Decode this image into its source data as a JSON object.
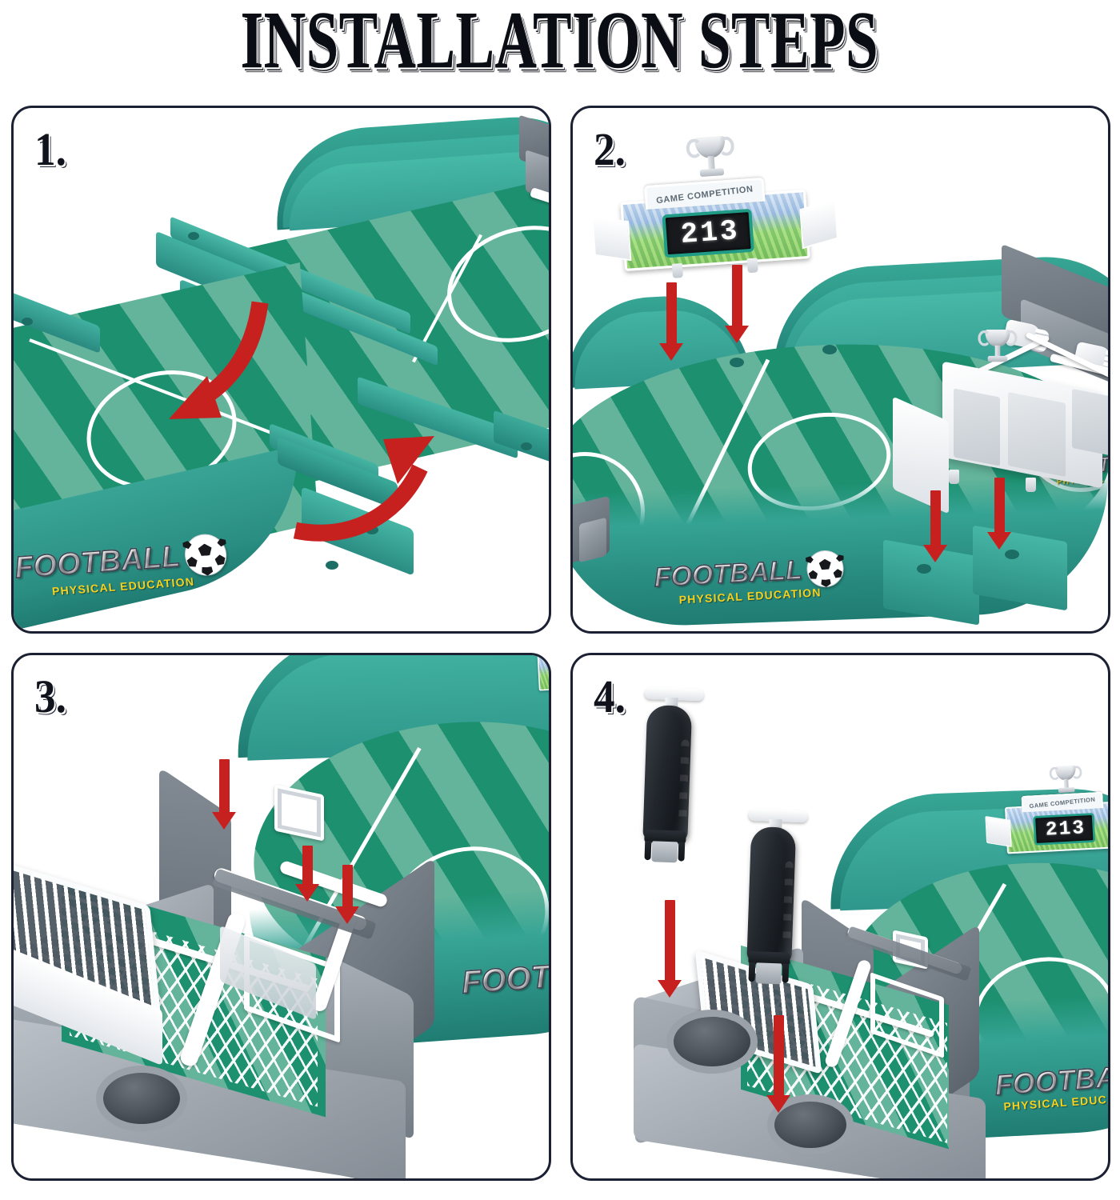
{
  "page": {
    "title": "INSTALLATION STEPS",
    "background_color": "#ffffff"
  },
  "colors": {
    "panel_border": "#1b2133",
    "arrow_red": "#c6201f",
    "field_dark_stripe": "#1d9070",
    "field_light_stripe": "#63b49a",
    "rim_teal": "#2a9184",
    "housing_gray": "#8d959d",
    "handle_black": "#1a1f24",
    "logo_yellow": "#f5d21f",
    "scoreboard_bezel": "#1f9b86"
  },
  "product": {
    "logo": {
      "name": "FOOTBALL",
      "tagline": "PHYSICAL EDUCATION",
      "ball_icon": "soccer-ball-icon"
    },
    "scoreboard": {
      "header": "GAME COMPETITION",
      "digits": [
        "2",
        "1",
        "3"
      ],
      "trophy_icon": "trophy-icon"
    }
  },
  "steps": [
    {
      "number": "1.",
      "name": "join-field-halves",
      "arrows": [
        {
          "kind": "curved",
          "direction": "down-left"
        },
        {
          "kind": "curved",
          "direction": "up-right"
        }
      ]
    },
    {
      "number": "2.",
      "name": "attach-scoreboard-and-podium",
      "arrows": [
        {
          "kind": "straight",
          "direction": "down"
        },
        {
          "kind": "straight",
          "direction": "down"
        },
        {
          "kind": "straight",
          "direction": "down"
        },
        {
          "kind": "straight",
          "direction": "down"
        }
      ]
    },
    {
      "number": "3.",
      "name": "install-goal-frame",
      "arrows": [
        {
          "kind": "straight",
          "direction": "down"
        },
        {
          "kind": "straight",
          "direction": "down"
        },
        {
          "kind": "straight",
          "direction": "down"
        }
      ]
    },
    {
      "number": "4.",
      "name": "insert-launcher-handles",
      "arrows": [
        {
          "kind": "straight",
          "direction": "down"
        },
        {
          "kind": "straight",
          "direction": "down"
        }
      ]
    }
  ]
}
